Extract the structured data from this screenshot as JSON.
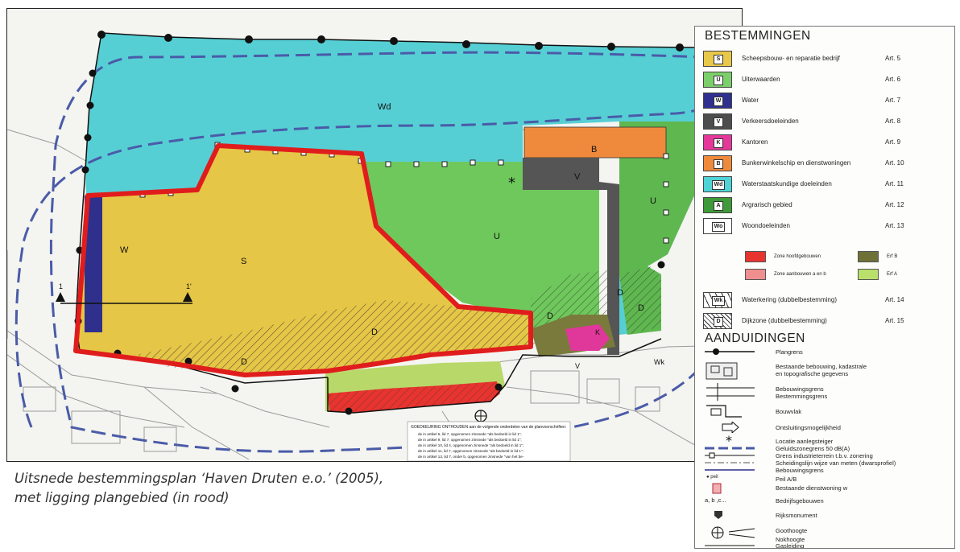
{
  "map": {
    "zone_labels": {
      "wd": "Wd",
      "s": "S",
      "w": "W",
      "u": "U",
      "u2": "U",
      "b": "B",
      "v": "V",
      "d1": "D",
      "d2": "D",
      "d3": "D",
      "d4": "D",
      "d5": "D",
      "k": "K",
      "v2": "V",
      "wk": "Wk",
      "section_left": "1",
      "section_right": "1'"
    },
    "goedkeuring": {
      "title": "GOEDKEURING ONTHOUDEN aan de volgende onderdelen van de plan­voorschriften:",
      "lines": [
        "de in artikel 5, lid 7, opgenomen zinsnede \"als bedoeld in lid 1\";",
        "de in artikel 9, lid 7, opgenomen zinsnede \"als bedoeld in lid 1\";",
        "de in artikel 10, lid 4, opgenomen zinsnede \"als bedoeld in lid 1\";",
        "de in artikel 11, lid 7, opgenomen zinsnede \"als bedoeld in lid 1\";",
        "de in artikel 13, lid 7, onder b, opgenomen zinsnede \"van het be-"
      ]
    }
  },
  "caption": {
    "line1": "Uitsnede bestemmingsplan ‘Haven Druten e.o.’ (2005),",
    "line2": "met ligging plangebied (in rood)"
  },
  "legend": {
    "title_bestemmingen": "BESTEMMINGEN",
    "bestemmingen": [
      {
        "code": "S",
        "label": "Scheepsbouw- en reparatie bedrijf",
        "art": "Art. 5",
        "color": "#e8c84a"
      },
      {
        "code": "U",
        "label": "Uiterwaarden",
        "art": "Art. 6",
        "color": "#7bcf6a"
      },
      {
        "code": "W",
        "label": "Water",
        "art": "Art. 7",
        "color": "#2e2f8f"
      },
      {
        "code": "V",
        "label": "Verkeersdoeleinden",
        "art": "Art. 8",
        "color": "#4d4d4d"
      },
      {
        "code": "K",
        "label": "Kantoren",
        "art": "Art. 9",
        "color": "#e6389b"
      },
      {
        "code": "B",
        "label": "Bunkerwinkelschip en dienstwoningen",
        "art": "Art. 10",
        "color": "#ef8a3c"
      },
      {
        "code": "Wd",
        "label": "Waterstaatskundige doeleinden",
        "art": "Art. 11",
        "color": "#4fd3d6"
      },
      {
        "code": "A",
        "label": "Argrarisch gebied",
        "art": "Art. 12",
        "color": "#3f9a3a"
      },
      {
        "code": "Wo",
        "label": "Woondoeleinden",
        "art": "Art. 13",
        "color": "#ffffff"
      }
    ],
    "subzones": {
      "zone_hoog": "Zone hoofdgebouwen",
      "zone_aanbouw": "Zone aanbouwen a en b",
      "erf_b": "Erf B",
      "erf_a": "Erf A",
      "c_zone_hoog": "#e8342f",
      "c_zone_aanbouw": "#ef8f8f",
      "c_erf_b": "#6f7038",
      "c_erf_a": "#b9e06a"
    },
    "dubbel": [
      {
        "code": "Wk",
        "label": "Waterkering (dubbelbestemming)",
        "art": "Art. 14"
      },
      {
        "code": "D",
        "label": "Dijkzone (dubbelbestemming)",
        "art": "Art. 15"
      }
    ],
    "title_aanduidingen": "AANDUIDINGEN",
    "aanduidingen": {
      "plangrens": "Plangrens",
      "bestaande": "Bestaande bebouwing, kadastrale",
      "bestaande2": "en topografische gegevens",
      "bebouwingsgrens": "Bebouwingsgrens",
      "bestemmingsgrens": "Bestemmingsgrens",
      "bouwvlak": "Bouwvlak",
      "ontsluiting": "Ontsluitingsmogelijkheid",
      "locatie": "Locatie aanlegsteiger",
      "geluidszone": "Geluidszonegrens 50 dB(A)",
      "grens_industrie": "Grens industrieterrein t.b.v. zonering",
      "scheidingslijn": "Scheidingslijn wijze van meten (dwarsprofiel)",
      "bebouwingsgrens2": "Bebouwingsgrens",
      "peil_sym": "● peil",
      "peil": "Peil  A/B",
      "dienstwoning": "Bestaande dienstwoning w",
      "bedrijf_sym": "a, b ,c...",
      "bedrijfsgebouwen": "Bedrijfsgebouwen",
      "rijksmonument": "Rijksmonument",
      "goothoogte": "Goothoogte",
      "nokhoogte": "Nokhoogte",
      "gasleiding": "Gasleiding"
    }
  }
}
